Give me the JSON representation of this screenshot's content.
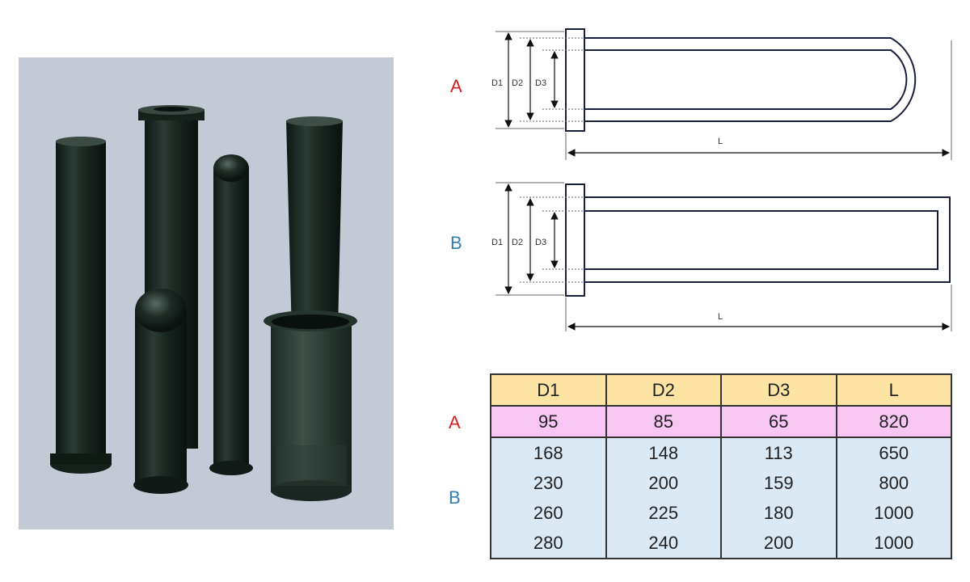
{
  "colors": {
    "variant_a": "#d62020",
    "variant_b": "#2f7fb5",
    "header_bg": "#fde3a4",
    "row_a_bg": "#f8c6f2",
    "row_b_bg": "#dbe9f5",
    "photo_bg": "#c3cad6",
    "tube": "#1d2a24"
  },
  "diagram": {
    "variants": [
      {
        "letter": "A",
        "shape": "u-tube",
        "dims": [
          "D1",
          "D2",
          "D3",
          "L"
        ]
      },
      {
        "letter": "B",
        "shape": "straight-tube",
        "dims": [
          "D1",
          "D2",
          "D3",
          "L"
        ]
      }
    ]
  },
  "table": {
    "headers": [
      "D1",
      "D2",
      "D3",
      "L"
    ],
    "rows": [
      {
        "variant": "A",
        "values": [
          "95",
          "85",
          "65",
          "820"
        ]
      },
      {
        "variant": "B",
        "values": [
          "168",
          "148",
          "113",
          "650"
        ]
      },
      {
        "variant": "B",
        "values": [
          "230",
          "200",
          "159",
          "800"
        ]
      },
      {
        "variant": "B",
        "values": [
          "260",
          "225",
          "180",
          "1000"
        ]
      },
      {
        "variant": "B",
        "values": [
          "280",
          "240",
          "200",
          "1000"
        ]
      }
    ],
    "row_labels": [
      "A",
      "B"
    ]
  }
}
